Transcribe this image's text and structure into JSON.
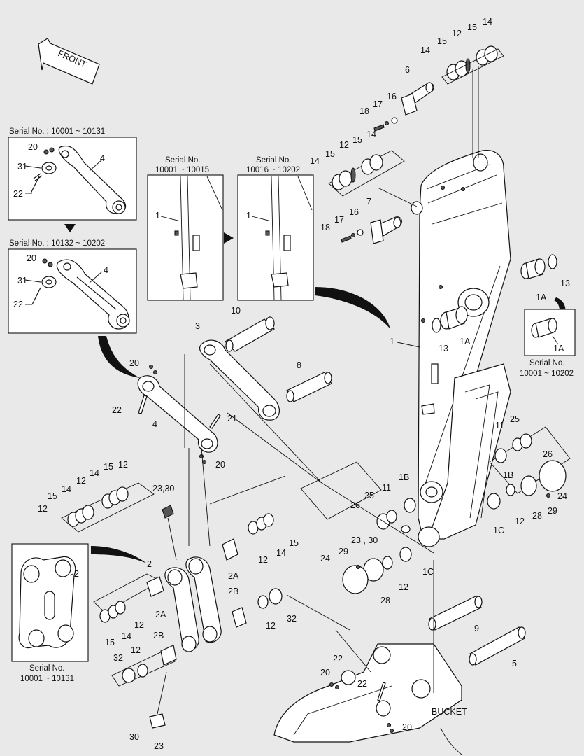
{
  "front_label": "FRONT",
  "bucket_label": "BUCKET",
  "insets": {
    "link_top": {
      "caption": "Serial No. : 10001 ~ 10131"
    },
    "link_bottom": {
      "caption": "Serial No. : 10132 ~ 10202"
    },
    "arm_a": {
      "caption_line1": "Serial No.",
      "caption_line2": "10001 ~ 10015"
    },
    "arm_b": {
      "caption_line1": "Serial No.",
      "caption_line2": "10016 ~ 10202"
    },
    "bushing": {
      "caption_line1": "Serial No.",
      "caption_line2": "10001 ~ 10202"
    },
    "link2": {
      "caption_line1": "Serial No.",
      "caption_line2": "10001 ~ 10131"
    }
  },
  "part_labels": [
    "1",
    "1A",
    "1B",
    "1C",
    "2",
    "2A",
    "2B",
    "3",
    "4",
    "5",
    "6",
    "7",
    "8",
    "9",
    "10",
    "11",
    "12",
    "13",
    "14",
    "15",
    "16",
    "17",
    "18",
    "20",
    "21",
    "22",
    "23",
    "23 , 30",
    "23,30",
    "24",
    "25",
    "26",
    "28",
    "29",
    "30",
    "31",
    "32"
  ],
  "colors": {
    "background": "#e9e9e9",
    "line": "#111111",
    "fill": "#ffffff"
  }
}
